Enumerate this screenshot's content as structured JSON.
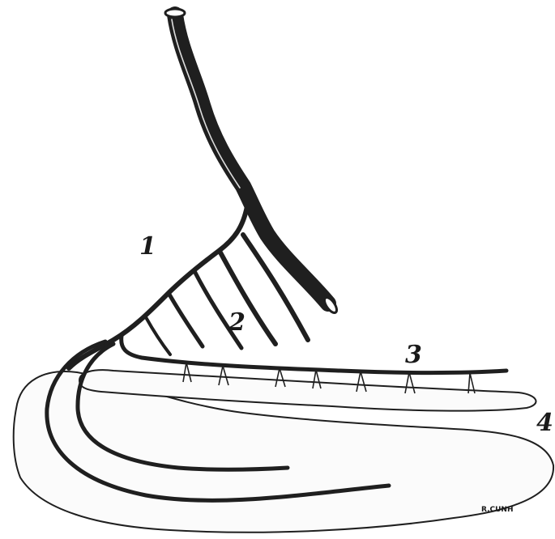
{
  "figure": {
    "labels": [
      "1",
      "2",
      "3",
      "4"
    ],
    "signature": "R.CUNH",
    "ink_color": "#1f1f1f",
    "paper_color": "#ffffff"
  }
}
